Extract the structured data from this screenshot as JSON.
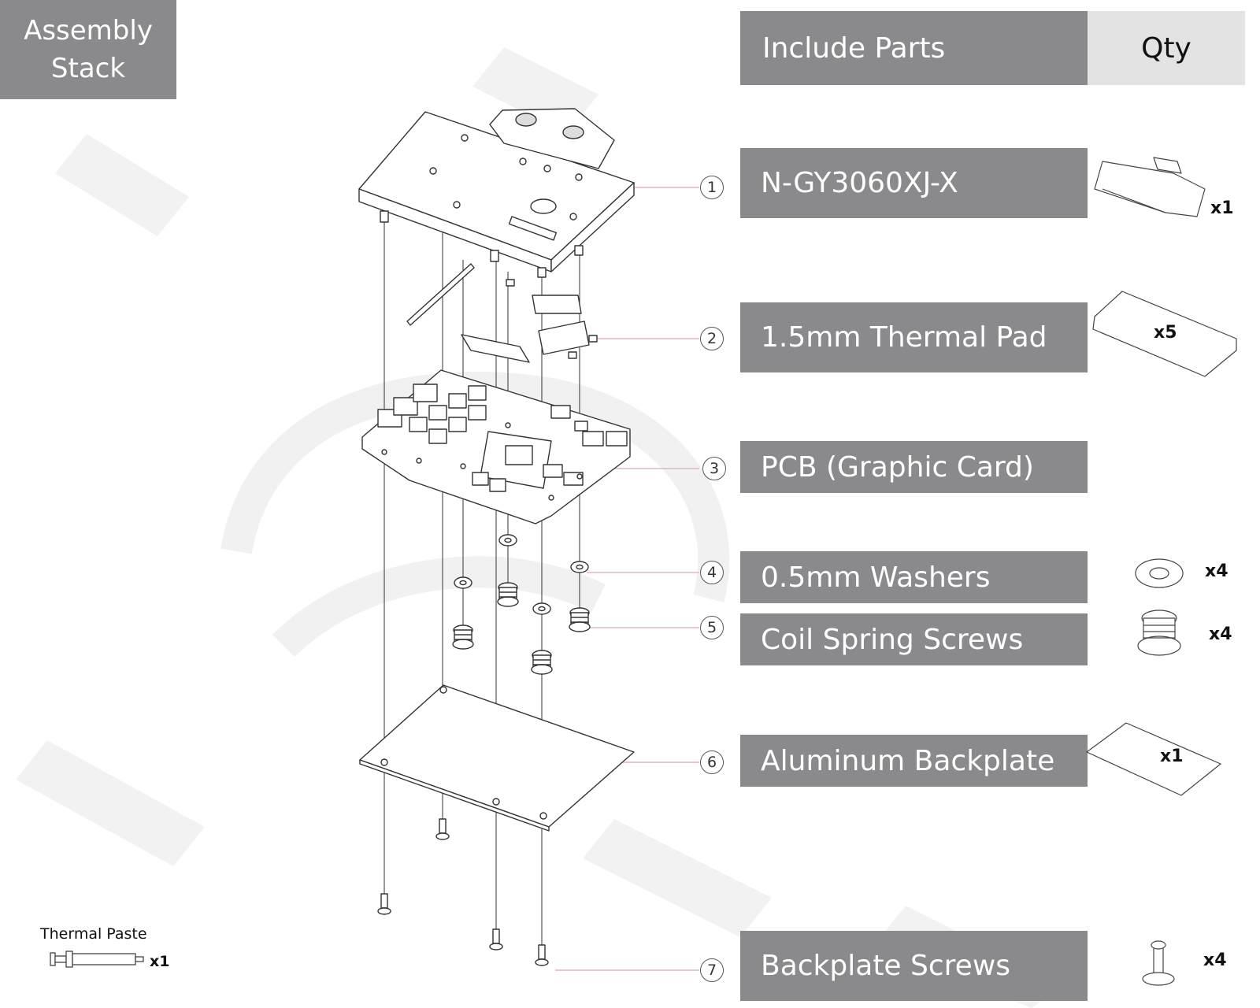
{
  "tab": {
    "line1": "Assembly",
    "line2": "Stack"
  },
  "header": {
    "parts": "Include Parts",
    "qty": "Qty"
  },
  "parts": [
    {
      "num": "1",
      "label": "N-GY3060XJ-X",
      "qty": "x1"
    },
    {
      "num": "2",
      "label": "1.5mm Thermal Pad",
      "qty": "x5"
    },
    {
      "num": "3",
      "label": "PCB (Graphic Card)",
      "qty": ""
    },
    {
      "num": "4",
      "label": "0.5mm Washers",
      "qty": "x4"
    },
    {
      "num": "5",
      "label": "Coil Spring Screws",
      "qty": "x4"
    },
    {
      "num": "6",
      "label": "Aluminum Backplate",
      "qty": "x1"
    },
    {
      "num": "7",
      "label": "Backplate Screws",
      "qty": "x4"
    }
  ],
  "extra": {
    "label": "Thermal Paste",
    "qty": "x1"
  },
  "colors": {
    "label_bg": "#8a898c",
    "qty_bg": "#e3e3e4",
    "line": "#333333",
    "leader": "#d9a8bf"
  }
}
